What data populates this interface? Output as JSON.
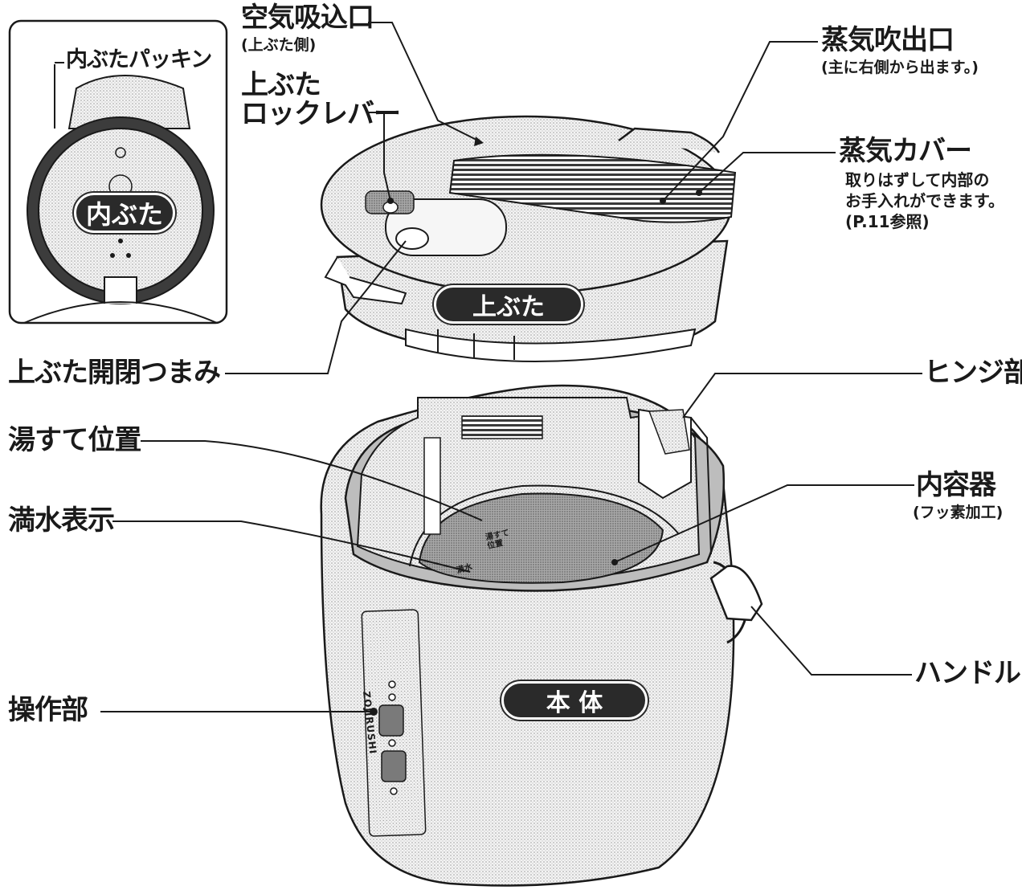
{
  "labels": {
    "inner_lid_gasket": "内ぶたパッキン",
    "inner_lid": "内ぶた",
    "air_intake": "空気吸込口",
    "air_intake_note": "(上ぶた側)",
    "lid_lock_lever_1": "上ぶた",
    "lid_lock_lever_2": "ロックレバー",
    "steam_outlet": "蒸気吹出口",
    "steam_outlet_note": "(主に右側から出ます。)",
    "steam_cover": "蒸気カバー",
    "steam_cover_note_1": "取りはずして内部の",
    "steam_cover_note_2": "お手入れができます。",
    "steam_cover_note_3": "(P.11参照)",
    "lid": "上ぶた",
    "lid_knob": "上ぶた開閉つまみ",
    "hinge": "ヒンジ部",
    "drain_level": "湯すて位置",
    "full_water": "満水表示",
    "inner_container": "内容器",
    "inner_container_note": "(フッ素加工)",
    "handle": "ハンドル",
    "control_panel": "操作部",
    "body": "本 体",
    "brand": "ZOJIRUSHI",
    "mark_drain": "湯すて位置",
    "mark_full": "満水"
  },
  "colors": {
    "pill_bg": "#2a2a2a",
    "line": "#1a1a1a",
    "stipple": "#cfcfcf",
    "interior": "#9a9a9a"
  }
}
